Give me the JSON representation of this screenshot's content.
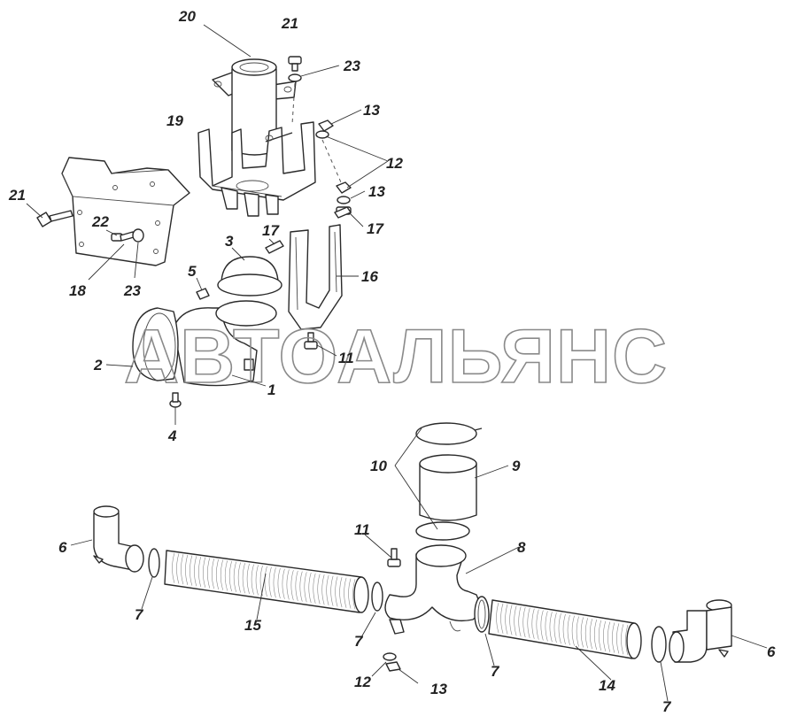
{
  "watermark": "АВТОАЛЬЯНС",
  "callouts": [
    {
      "id": "c20",
      "text": "20"
    },
    {
      "id": "c21a",
      "text": "21"
    },
    {
      "id": "c23a",
      "text": "23"
    },
    {
      "id": "c19",
      "text": "19"
    },
    {
      "id": "c13a",
      "text": "13"
    },
    {
      "id": "c12a",
      "text": "12"
    },
    {
      "id": "c13b",
      "text": "13"
    },
    {
      "id": "c17a",
      "text": "17"
    },
    {
      "id": "c21b",
      "text": "21"
    },
    {
      "id": "c22",
      "text": "22"
    },
    {
      "id": "c18",
      "text": "18"
    },
    {
      "id": "c23b",
      "text": "23"
    },
    {
      "id": "c3",
      "text": "3"
    },
    {
      "id": "c17b",
      "text": "17"
    },
    {
      "id": "c16",
      "text": "16"
    },
    {
      "id": "c5",
      "text": "5"
    },
    {
      "id": "c2",
      "text": "2"
    },
    {
      "id": "c11a",
      "text": "11"
    },
    {
      "id": "c1",
      "text": "1"
    },
    {
      "id": "c4",
      "text": "4"
    },
    {
      "id": "c10",
      "text": "10"
    },
    {
      "id": "c9",
      "text": "9"
    },
    {
      "id": "c6a",
      "text": "6"
    },
    {
      "id": "c11b",
      "text": "11"
    },
    {
      "id": "c8",
      "text": "8"
    },
    {
      "id": "c7a",
      "text": "7"
    },
    {
      "id": "c15",
      "text": "15"
    },
    {
      "id": "c7b",
      "text": "7"
    },
    {
      "id": "c7c",
      "text": "7"
    },
    {
      "id": "c14",
      "text": "14"
    },
    {
      "id": "c6b",
      "text": "6"
    },
    {
      "id": "c12b",
      "text": "12"
    },
    {
      "id": "c13c",
      "text": "13"
    },
    {
      "id": "c7d",
      "text": "7"
    }
  ]
}
